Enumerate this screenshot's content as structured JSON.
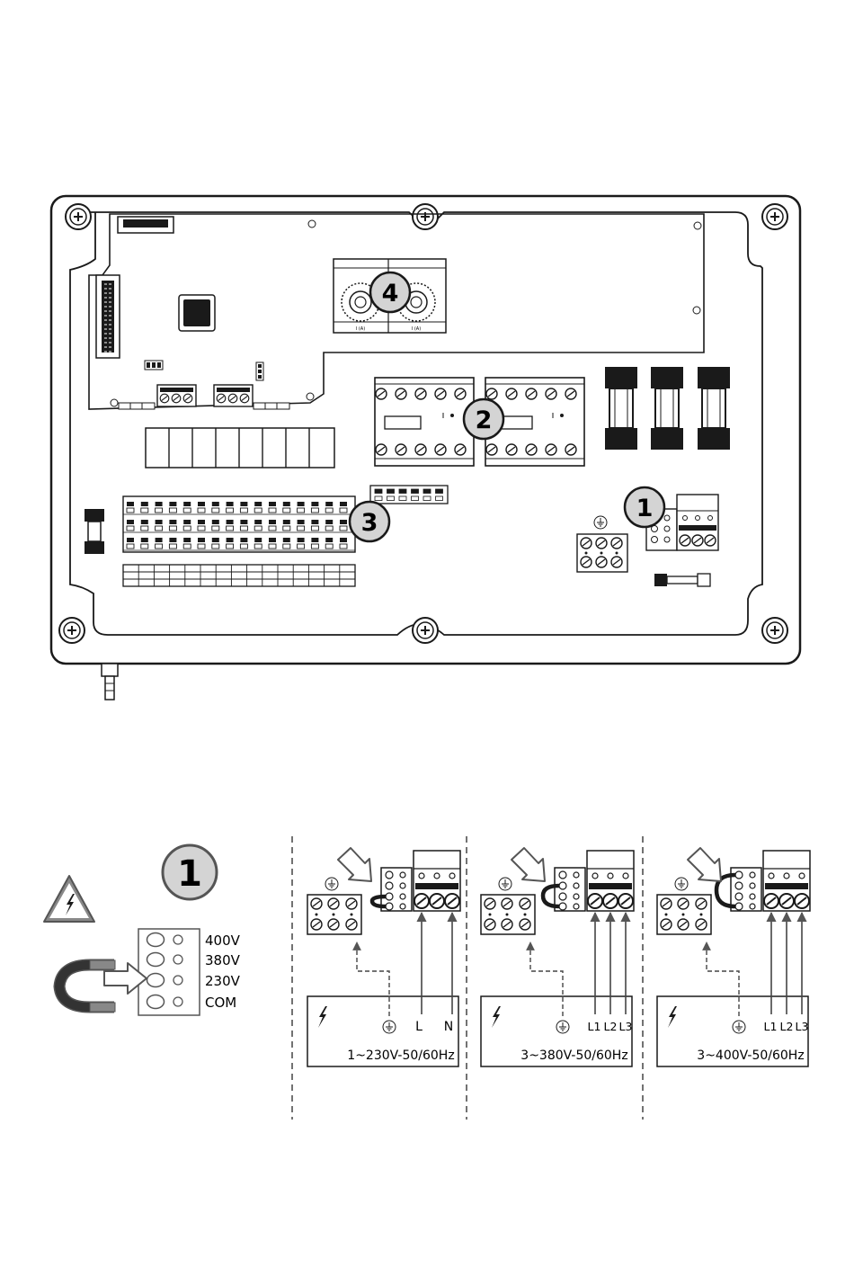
{
  "panel": {
    "callouts": [
      "1",
      "2",
      "3",
      "4"
    ],
    "pot_labels": [
      "I (A)",
      "I (A)"
    ]
  },
  "legend": {
    "callout": "1",
    "voltages": [
      "400V",
      "380V",
      "230V",
      "COM"
    ]
  },
  "wiring": [
    {
      "supply": "1~230V-50/60Hz",
      "terminals": [
        "L",
        "N"
      ]
    },
    {
      "supply": "3~380V-50/60Hz",
      "terminals": [
        "L1",
        "L2",
        "L3"
      ]
    },
    {
      "supply": "3~400V-50/60Hz",
      "terminals": [
        "L1",
        "L2",
        "L3"
      ]
    }
  ],
  "colors": {
    "ink": "#1a1a1a",
    "callout_fill": "#d4d4d4",
    "wire": "#444444"
  },
  "icons": [
    "ground-icon",
    "lightning-icon",
    "warning-triangle-icon",
    "screw-icon"
  ]
}
